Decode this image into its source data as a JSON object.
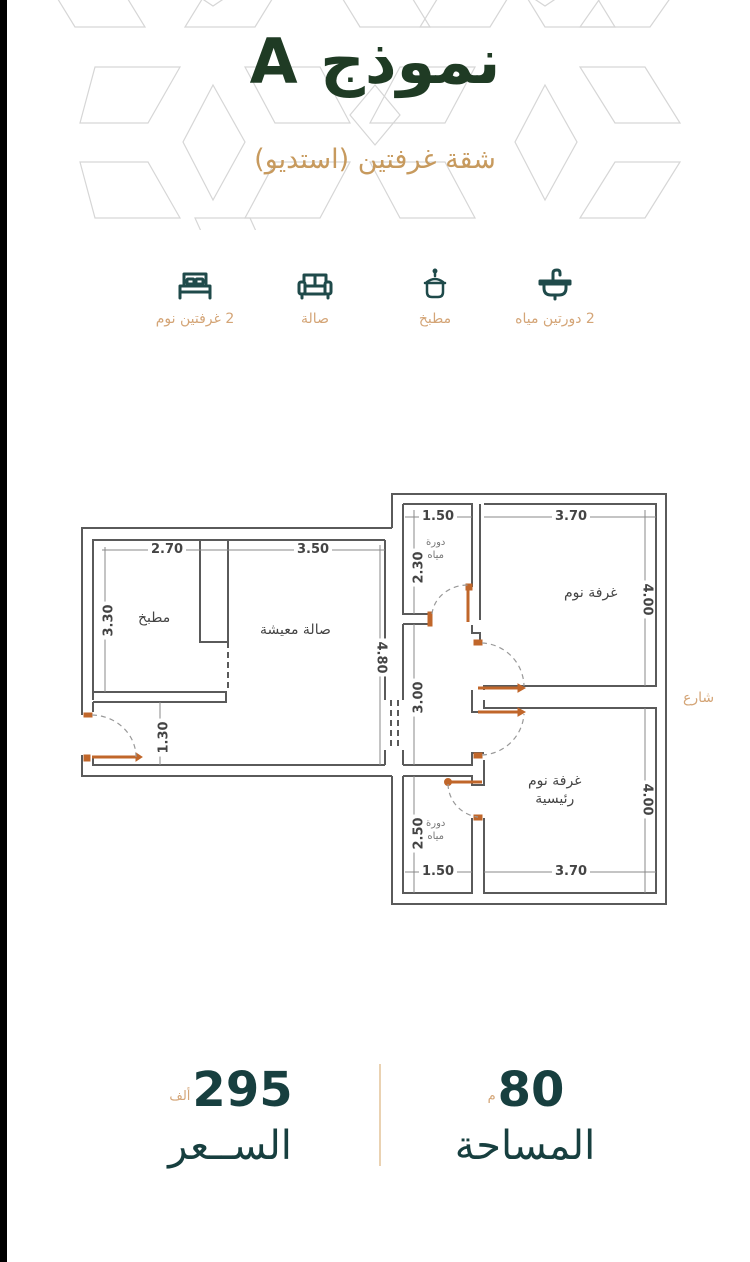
{
  "header": {
    "title": "نموذج A",
    "subtitle": "شقة غرفتين (استديو)"
  },
  "features": [
    {
      "icon": "bed-icon",
      "label": "2 غرفتين نوم"
    },
    {
      "icon": "sofa-icon",
      "label": "صالة"
    },
    {
      "icon": "cooking-pot-icon",
      "label": "مطبخ"
    },
    {
      "icon": "sink-icon",
      "label": "2 دورتين مياه"
    }
  ],
  "floor_plan": {
    "street_label": "شارع",
    "rooms": {
      "kitchen": "مطبخ",
      "living": "صالة معيشة",
      "bath_top_line1": "دورة",
      "bath_top_line2": "مياه",
      "bedroom": "غرفة نوم",
      "master_line1": "غرفة نوم",
      "master_line2": "رئيسية",
      "bath_bottom_line1": "دورة",
      "bath_bottom_line2": "مياه"
    },
    "dimensions": {
      "kitchen_width": "2.70",
      "living_width": "3.50",
      "kitchen_height": "3.30",
      "living_height": "4.80",
      "entry_height": "1.30",
      "bath_top_width": "1.50",
      "bath_top_height": "2.30",
      "bedroom_width": "3.70",
      "bedroom_height": "4.00",
      "corridor_height": "3.00",
      "bath_bottom_height": "2.50",
      "bath_bottom_width": "1.50",
      "master_width": "3.70",
      "master_height": "4.00"
    }
  },
  "stats": {
    "area": {
      "value": "80",
      "unit": "م",
      "label": "المساحة"
    },
    "price": {
      "value": "295",
      "unit": "ألف",
      "label": "الســعر"
    }
  },
  "colors": {
    "title": "#1f3b24",
    "accent": "#c79a5e",
    "accent_light": "#d4a577",
    "dark_teal": "#173f3f",
    "wall": "#5a5a5a",
    "door": "#c0662a"
  }
}
